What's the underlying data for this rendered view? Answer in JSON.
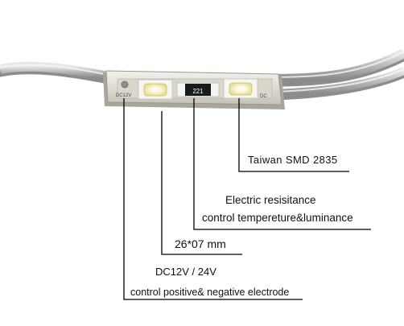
{
  "labels": {
    "smd_type": "Taiwan SMD 2835",
    "resistance_line1": "Electric resisitance",
    "resistance_line2": "control tempereture&luminance",
    "size": "26*07 mm",
    "voltage": "DC12V / 24V",
    "electrode": "control positive& negative electrode"
  },
  "module_markings": {
    "resistor_code": "221",
    "polarity_left": "DC12V",
    "polarity_right": "DC"
  },
  "colors": {
    "cable": "#b9b9b9",
    "module_body": "#e4e2dc",
    "led_chip": "#f4f0c8",
    "leader_line": "#000000",
    "background": "#ffffff"
  }
}
